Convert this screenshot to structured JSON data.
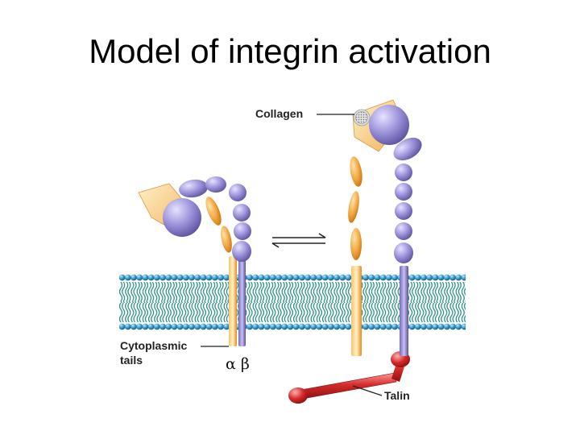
{
  "title": "Model of integrin activation",
  "labels": {
    "collagen": "Collagen",
    "cytoplasmic_line1": "Cytoplasmic",
    "cytoplasmic_line2": "tails",
    "alpha_beta": "α β",
    "talin": "Talin"
  },
  "colors": {
    "membrane_head": "#2f96c4",
    "membrane_tail": "#2f8f86",
    "beta_subunit": "#8f86cf",
    "alpha_subunit": "#f0a030",
    "talin": "#cc2222",
    "collagen": "#cccccc"
  }
}
